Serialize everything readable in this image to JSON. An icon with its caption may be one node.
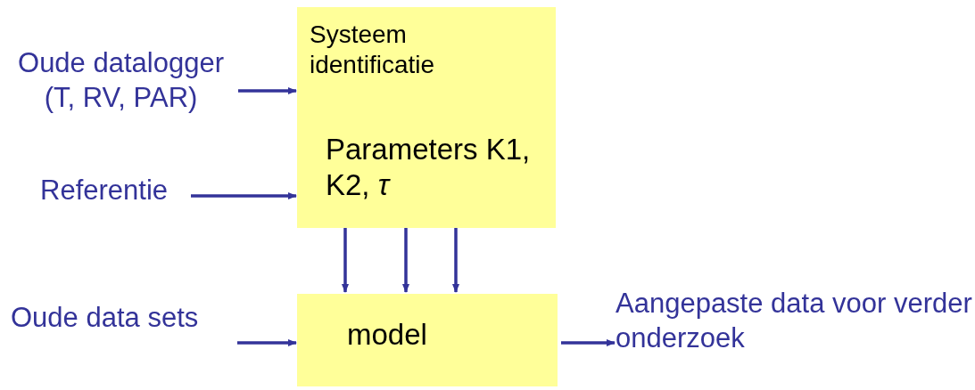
{
  "diagram": {
    "nodes": [
      {
        "text": [
          "Oude datalogger (T, RV, PAR)"
        ]
      },
      {
        "text": [
          "Referentie"
        ]
      },
      {
        "text": [
          "Systeem identificatie",
          "Parameters K1, K2, *τ*"
        ]
      },
      {
        "text": [
          "Oude data sets"
        ]
      },
      {
        "text": [
          "model"
        ]
      },
      {
        "text": [
          "Aangepaste data voor verder onderzoek"
        ]
      }
    ],
    "edges": [
      {
        "from": 0,
        "to": 2,
        "arrow": "to"
      },
      {
        "from": 1,
        "to": 2,
        "arrow": "to"
      },
      {
        "from": 2,
        "to": 4,
        "arrow": "to"
      },
      {
        "from": 2,
        "to": 4,
        "arrow": "to"
      },
      {
        "from": 2,
        "to": 4,
        "arrow": "to"
      },
      {
        "from": 3,
        "to": 4,
        "arrow": "to"
      },
      {
        "from": 4,
        "to": 5,
        "arrow": "to"
      }
    ]
  }
}
